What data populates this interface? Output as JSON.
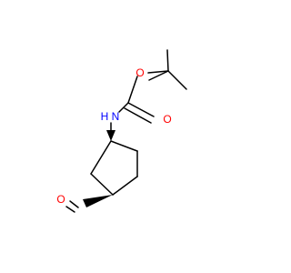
{
  "structure": {
    "atoms": [
      {
        "symbol": "O",
        "color": "#ff0000"
      },
      {
        "symbol": "O",
        "color": "#ff0000"
      },
      {
        "symbol": "N",
        "color": "#0000ff"
      },
      {
        "symbol": "H",
        "color": "#0000ff"
      },
      {
        "symbol": "O",
        "color": "#ff0000"
      }
    ],
    "bond_color": "#000000"
  }
}
